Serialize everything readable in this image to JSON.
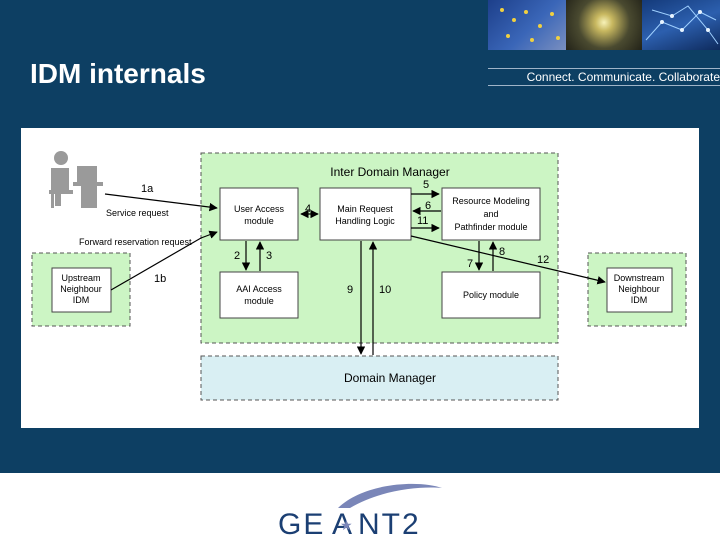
{
  "slide": {
    "title": "IDM internals",
    "tagline": "Connect. Communicate. Collaborate"
  },
  "diagram": {
    "inter_domain_manager": "Inter Domain Manager",
    "domain_manager": "Domain Manager",
    "user_access_module": [
      "User Access",
      "module"
    ],
    "main_request_logic": [
      "Main Request",
      "Handling Logic"
    ],
    "resource_modeling": [
      "Resource Modeling",
      "and",
      "Pathfinder module"
    ],
    "aai_access_module": [
      "AAI Access",
      "module"
    ],
    "policy_module": "Policy module",
    "upstream_idm": [
      "Upstream",
      "Neighbour",
      "IDM"
    ],
    "downstream_idm": [
      "Downstream",
      "Neighbour",
      "IDM"
    ],
    "service_request": "Service request",
    "forward_reservation_request": "Forward reservation request",
    "step_labels": {
      "s1a": "1a",
      "s1b": "1b",
      "s2": "2",
      "s3": "3",
      "s4": "4",
      "s5": "5",
      "s6": "6",
      "s7": "7",
      "s8": "8",
      "s9": "9",
      "s10": "10",
      "s11": "11",
      "s12": "12"
    },
    "colors": {
      "idm_fill": "#ccf5c4",
      "dm_fill": "#d9eff3",
      "box_border": "#444444"
    }
  },
  "logo": {
    "text_left": "GE",
    "text_mid": "A",
    "text_right": "NT2",
    "brand_color": "#1b3f73",
    "accent_color": "#7a86b8"
  }
}
